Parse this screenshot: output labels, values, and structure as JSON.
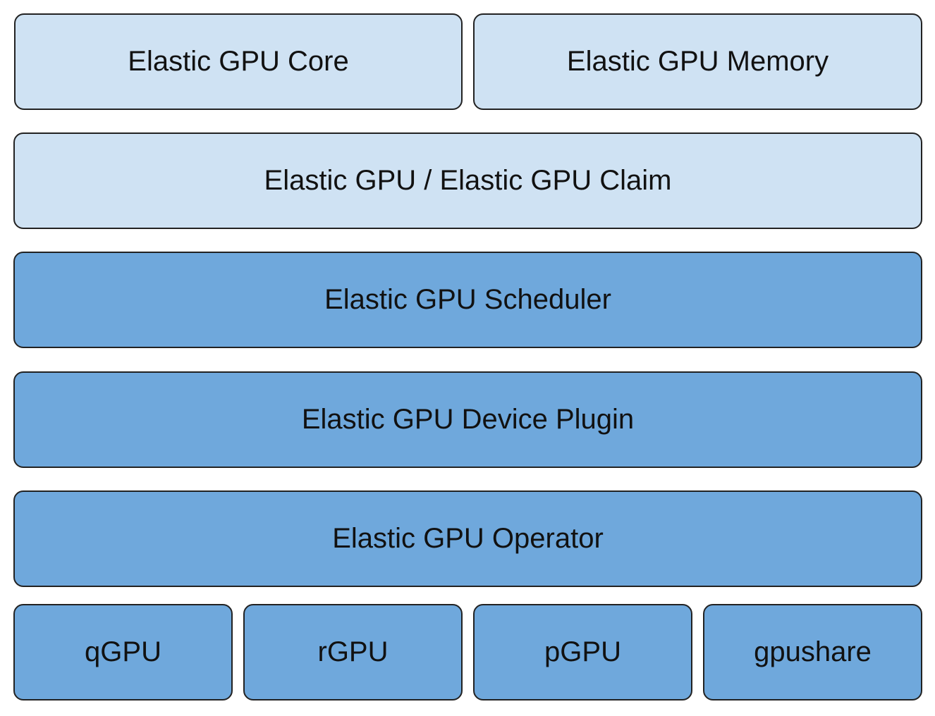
{
  "colors": {
    "light_fill": "#cfe2f3",
    "dark_fill": "#6fa8dc",
    "border": "#222222",
    "text": "#111111"
  },
  "diagram": {
    "top_row": {
      "core": "Elastic GPU Core",
      "memory": "Elastic GPU Memory"
    },
    "claim_layer": "Elastic GPU / Elastic GPU Claim",
    "scheduler_layer": "Elastic GPU Scheduler",
    "device_plugin_layer": "Elastic GPU Device Plugin",
    "operator_layer": "Elastic GPU Operator",
    "backends": {
      "qgpu": "qGPU",
      "rgpu": "rGPU",
      "pgpu": "pGPU",
      "gpushare": "gpushare"
    }
  }
}
